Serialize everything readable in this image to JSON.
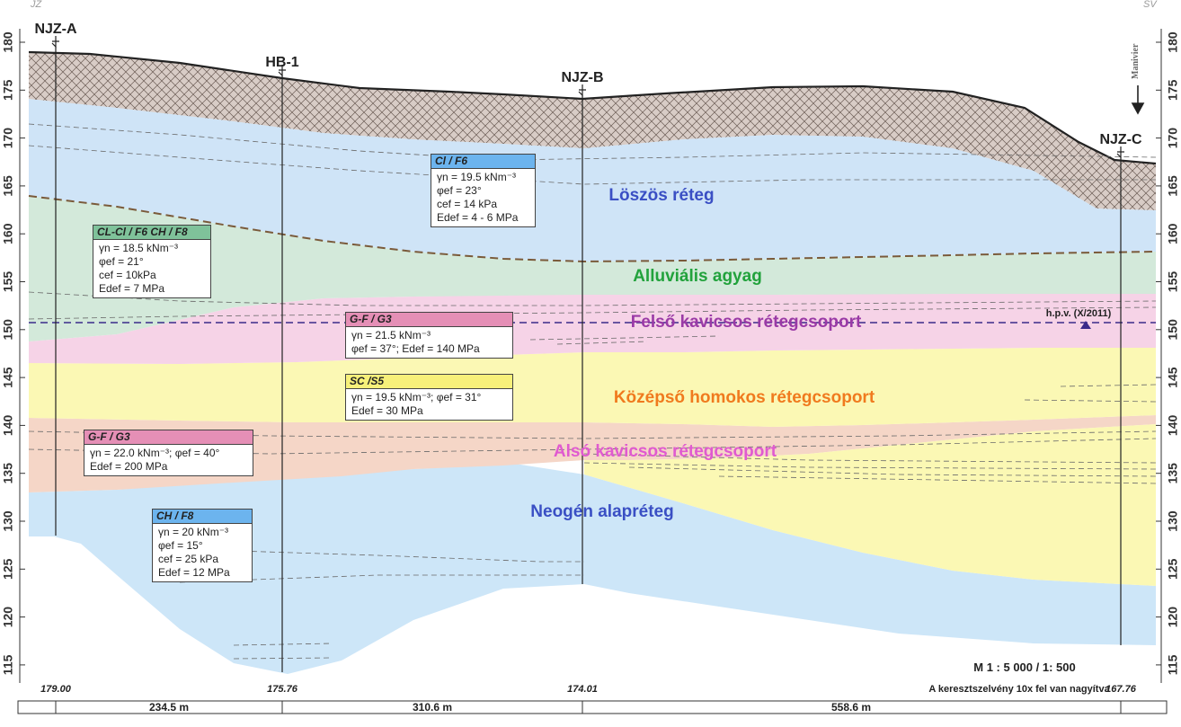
{
  "corners": {
    "left": "JZ",
    "right": "SV"
  },
  "axis_ticks": [
    "180",
    "175",
    "170",
    "165",
    "160",
    "155",
    "150",
    "145",
    "140",
    "135",
    "130",
    "125",
    "120",
    "115"
  ],
  "boreholes": [
    {
      "name": "NJZ-A",
      "elev": "179.00"
    },
    {
      "name": "HB-1",
      "elev": "175.76"
    },
    {
      "name": "NJZ-B",
      "elev": "174.01"
    },
    {
      "name": "NJZ-C",
      "elev": "167.76"
    }
  ],
  "distances": [
    "234.5 m",
    "310.6 m",
    "558.6 m"
  ],
  "layers": [
    {
      "label": "Löszös réteg",
      "color": "#3a4fc4"
    },
    {
      "label": "Alluviális agyag",
      "color": "#22a23c"
    },
    {
      "label": "Felső kavicsos rétegcsoport",
      "color": "#9a3aa6"
    },
    {
      "label": "Középső homokos rétegcsoport",
      "color": "#f07a1e"
    },
    {
      "label": "Alsó kavicsos rétegcsoport",
      "color": "#e05ad0"
    },
    {
      "label": "Neogén alapréteg",
      "color": "#3a4fc4"
    }
  ],
  "water_level_label": "h.p.v. (X/2011)",
  "top_label": "Manivier",
  "scale_text": "M  1 : 5 000  /  1: 500",
  "exaggeration_note": "A keresztszelvény 10x fel van nagyítva",
  "colors": {
    "loess": "#cfe4f7",
    "clay": "#d3e9da",
    "upper_gravel": "#f6d3e7",
    "sand": "#fbf8b4",
    "lower_gravel": "#f5d6c7",
    "neogene": "#cde6f8",
    "fill": "#d2c6c0",
    "water": "#3a2a8a"
  },
  "param_boxes": [
    {
      "header": "Cl / F6",
      "color": "#6cb4ee",
      "rows": [
        "γn  =  19.5 kNm⁻³",
        "φef  =  23°",
        "cef  =  14 kPa",
        "Edef  =  4 - 6 MPa"
      ]
    },
    {
      "header": "CL-Cl / F6   CH / F8",
      "color": "#7fc29a",
      "rows": [
        "γn  =  18.5 kNm⁻³",
        "φef  =  21°",
        "cef  =  10kPa",
        "Edef  =  7 MPa"
      ]
    },
    {
      "header": "G-F / G3",
      "color": "#e58fb6",
      "rows": [
        "γn  =  21.5 kNm⁻³",
        "φef  =  37°;  Edef  =  140 MPa"
      ]
    },
    {
      "header": "SC /S5",
      "color": "#f7f07a",
      "rows": [
        "γn  =  19.5 kNm⁻³; φef = 31°",
        "Edef  =  30 MPa"
      ]
    },
    {
      "header": "G-F / G3",
      "color": "#e58fb6",
      "rows": [
        "γn  =  22.0 kNm⁻³; φef = 40°",
        "Edef  =  200 MPa"
      ]
    },
    {
      "header": "CH / F8",
      "color": "#6cb4ee",
      "rows": [
        "γn  =  20 kNm⁻³",
        "φef  =  15°",
        "cef  =  25 kPa",
        "Edef  =  12 MPa"
      ]
    }
  ]
}
